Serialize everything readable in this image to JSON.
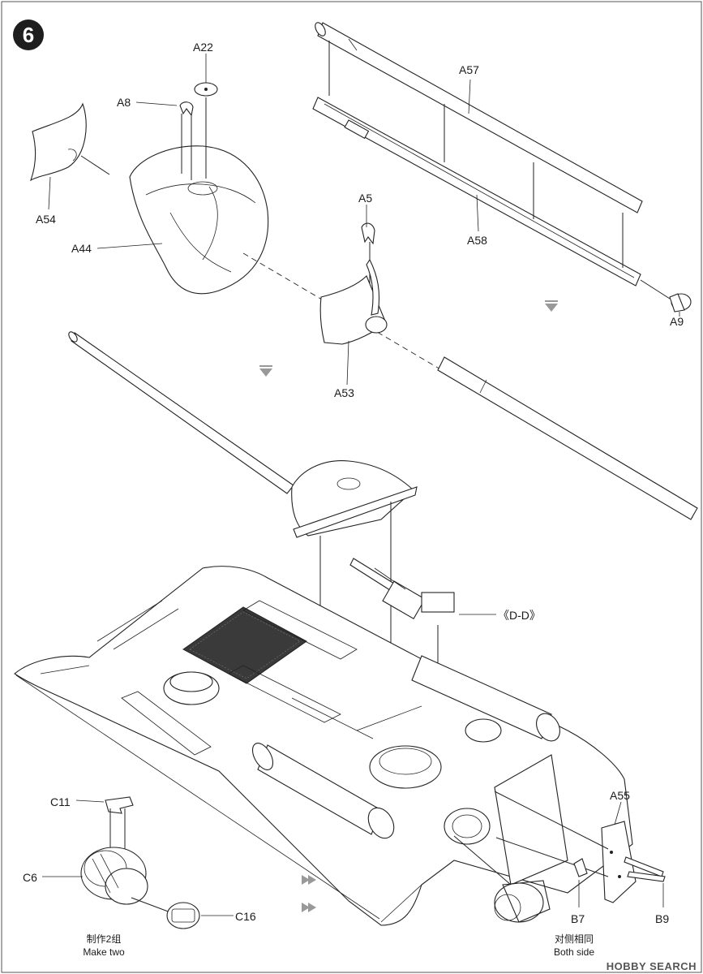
{
  "step": {
    "number": "6"
  },
  "parts": {
    "a22": "A22",
    "a8": "A8",
    "a54": "A54",
    "a44": "A44",
    "a57": "A57",
    "a58": "A58",
    "a5": "A5",
    "a53": "A53",
    "a9": "A9",
    "dd": "《D-D》",
    "a55": "A55",
    "c11": "C11",
    "c6": "C6",
    "c16": "C16",
    "b7": "B7",
    "b9": "B9"
  },
  "notes": {
    "make_two_cn": "制作2组",
    "make_two_en": "Make two",
    "both_side_cn": "对侧相同",
    "both_side_en": "Both side"
  },
  "watermark": "HOBBY SEARCH"
}
